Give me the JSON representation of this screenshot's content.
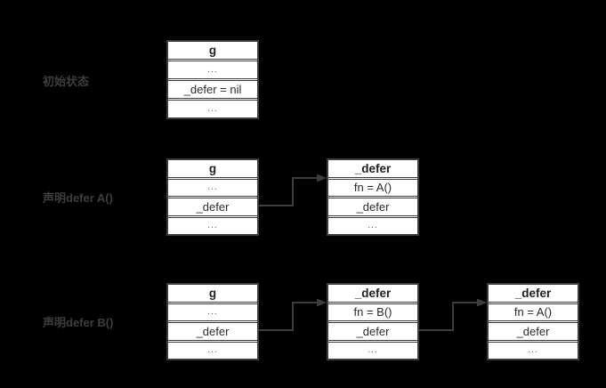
{
  "canvas": {
    "background_color": "#000000",
    "box_fill_color": "#ffffff",
    "line_color": "#3d3d3d",
    "label_color": "#3e3e3e"
  },
  "rows": [
    {
      "label": "初始状态",
      "boxes": [
        {
          "header": "g",
          "cells": [
            "...",
            "_defer = nil",
            "..."
          ]
        }
      ]
    },
    {
      "label": "声明defer A()",
      "boxes": [
        {
          "header": "g",
          "cells": [
            "...",
            "_defer",
            "..."
          ]
        },
        {
          "header": "_defer",
          "cells": [
            "fn = A()",
            "_defer",
            "..."
          ]
        }
      ]
    },
    {
      "label": "声明defer B()",
      "boxes": [
        {
          "header": "g",
          "cells": [
            "...",
            "_defer",
            "..."
          ]
        },
        {
          "header": "_defer",
          "cells": [
            "fn = B()",
            "_defer",
            "..."
          ]
        },
        {
          "header": "_defer",
          "cells": [
            "fn = A()",
            "_defer",
            "..."
          ]
        }
      ]
    }
  ]
}
